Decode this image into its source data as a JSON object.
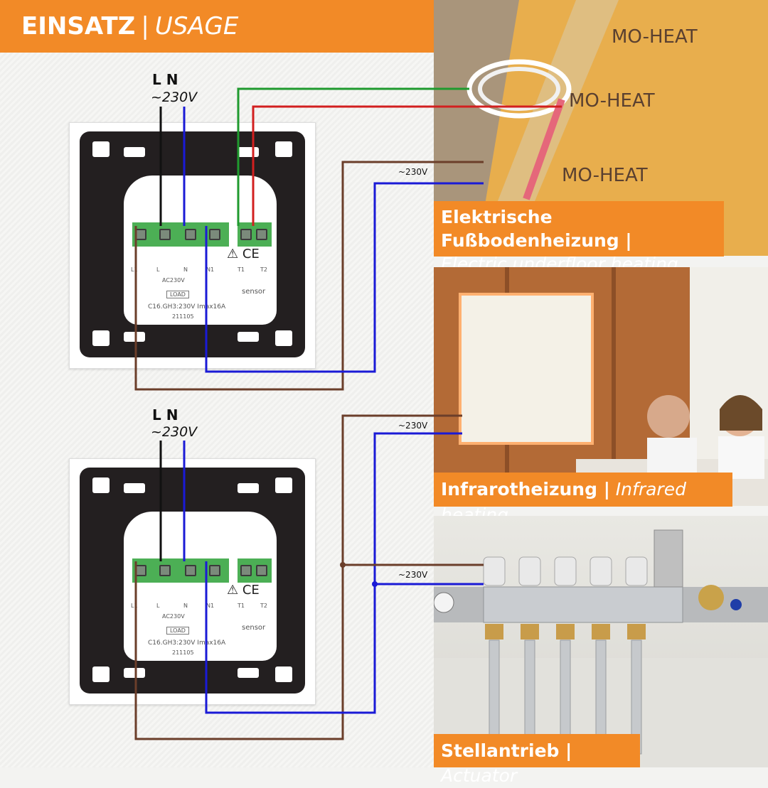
{
  "header": {
    "title_de": "EINSATZ",
    "separator": "|",
    "title_en": "USAGE"
  },
  "thermostats": [
    {
      "supply_label": "L  N",
      "voltage_label": "~230V",
      "terminal_labels": [
        "L1",
        "L",
        "N",
        "N1",
        "T1",
        "T2"
      ],
      "printed_text": [
        "AC230V",
        "LOAD",
        "sensor",
        "C16.GH3:230V Imax16A",
        "211105"
      ]
    },
    {
      "supply_label": "L  N",
      "voltage_label": "~230V",
      "terminal_labels": [
        "L1",
        "L",
        "N",
        "N1",
        "T1",
        "T2"
      ],
      "printed_text": [
        "AC230V",
        "LOAD",
        "sensor",
        "C16.GH3:230V Imax16A",
        "211105"
      ]
    }
  ],
  "wire_labels": {
    "floor": "~230V",
    "ir": "~230V",
    "actuator": "~230V"
  },
  "uses": [
    {
      "label_de": "Elektrische Fußbodenheizung |",
      "label_en": "Electric underfloor heating"
    },
    {
      "label_de": "Infrarotheizung |",
      "label_en": "Infrared heating"
    },
    {
      "label_de": "Stellantrieb |",
      "label_en": "Actuator"
    }
  ],
  "brand_on_mat": "MO-HEAT",
  "colors": {
    "accent": "#f28a27",
    "live_wire": "#6b3e2a",
    "neutral_wire": "#1a1ad6",
    "sensor_wire_1": "#1f9a2e",
    "sensor_wire_2": "#d21f1f"
  }
}
